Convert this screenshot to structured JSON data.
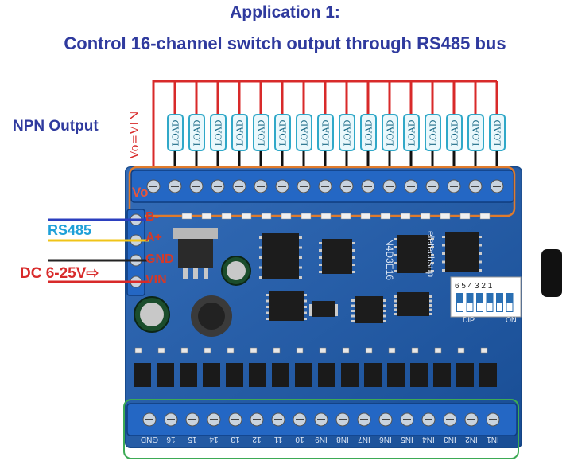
{
  "title": "Application 1:",
  "subtitle": "Control 16-channel switch output through RS485 bus",
  "labels": {
    "npn_output": "NPN Output",
    "vo_vin": "Vo=VIN",
    "vo": "Vo",
    "rs485": "RS485",
    "dc": "DC 6-25V⇨",
    "pin_b": "B-",
    "pin_a": "A+",
    "pin_gnd": "GND",
    "pin_vin": "VIN"
  },
  "load_label": "LOAD",
  "load_count": 16,
  "board_text": {
    "dip": "DIP",
    "on": "ON",
    "dip_numbers": "6 5 4 3 2 1",
    "brand": "eletechsup",
    "model": "N4D3E16"
  },
  "input_labels": [
    "GND",
    "16",
    "15",
    "14",
    "13",
    "12",
    "11",
    "10",
    "IN9",
    "IN8",
    "IN7",
    "IN6",
    "IN5",
    "IN4",
    "IN3",
    "IN2",
    "IN1"
  ],
  "colors": {
    "title": "#2f3a9e",
    "pcb": "#1e5aa8",
    "wire_red": "#d82a2a",
    "wire_blue": "#2b3fbf",
    "wire_yellow": "#f0c419",
    "load_border": "#30a8c8",
    "terminal": "#2467c4",
    "highlight_orange": "#e07b2c",
    "highlight_green": "#3daa55"
  }
}
